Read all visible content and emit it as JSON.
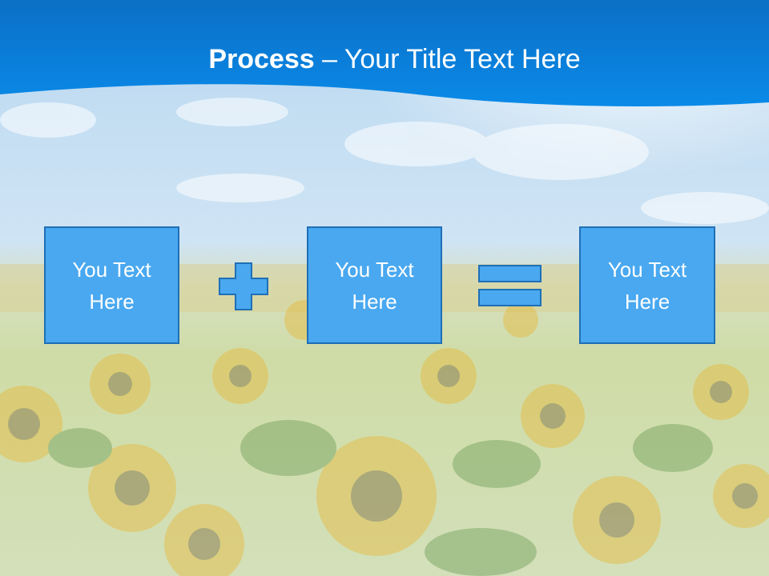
{
  "slide": {
    "title_bold": "Process",
    "title_rest": " – Your Title Text Here"
  },
  "boxes": [
    {
      "label": "You Text Here"
    },
    {
      "label": "You Text Here"
    },
    {
      "label": "You Text Here"
    }
  ],
  "operators": [
    "plus-icon",
    "equals-icon"
  ],
  "colors": {
    "header_blue": "#0a7fd9",
    "box_fill": "#49a8f0",
    "box_border": "#1f6fb5",
    "title_text": "#ffffff"
  }
}
